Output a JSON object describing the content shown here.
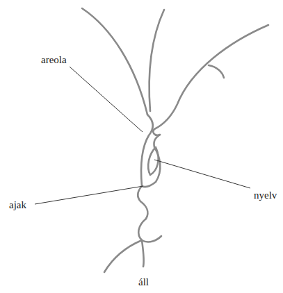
{
  "diagram": {
    "labels": [
      "areola",
      "ajak",
      "nyelv",
      "áll"
    ]
  }
}
